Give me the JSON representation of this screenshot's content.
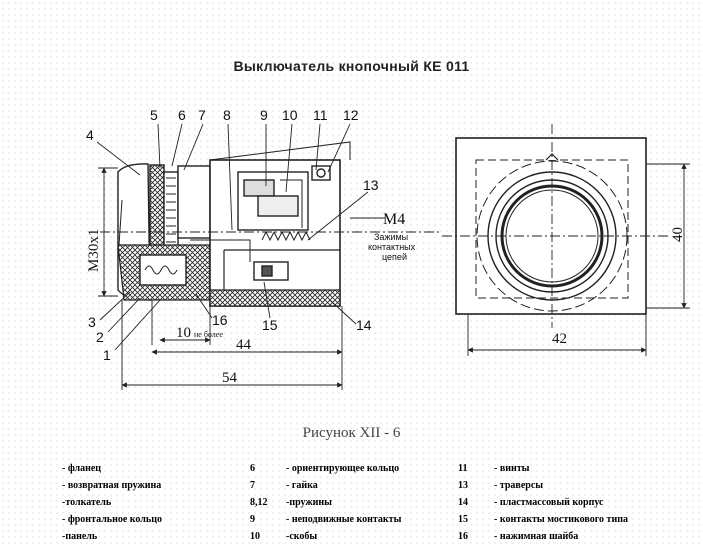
{
  "title": "Выключатель кнопочный КЕ 011",
  "caption": "Рисунок    XII - 6",
  "callouts": {
    "n1": "1",
    "n2": "2",
    "n3": "3",
    "n4": "4",
    "n5": "5",
    "n6": "6",
    "n7": "7",
    "n8": "8",
    "n9": "9",
    "n10": "10",
    "n11": "11",
    "n12": "12",
    "n13": "13",
    "n14": "14",
    "n15": "15",
    "n16": "16"
  },
  "dimensions": {
    "thread": "M30x1",
    "screw": "M4",
    "terminals": [
      "Зажимы",
      "контактных",
      "цепей"
    ],
    "d10": "10",
    "d10_note": "не более",
    "d44": "44",
    "d54": "54",
    "d40": "40",
    "d42": "42"
  },
  "legend": [
    {
      "a": "- фланец",
      "b": "6",
      "c": "- ориентирующее кольцо",
      "d": "11",
      "e": "- винты"
    },
    {
      "a": "- возвратная пружина",
      "b": "7",
      "c": "- гайка",
      "d": "13",
      "e": "- траверсы"
    },
    {
      "a": "-толкатель",
      "b": "8,12",
      "c": "-пружины",
      "d": "14",
      "e": "- пластмассовый корпус"
    },
    {
      "a": "- фронтальное кольцо",
      "b": "9",
      "c": "- неподвижные контакты",
      "d": "15",
      "e": "- контакты мостикового типа"
    },
    {
      "a": "-панель",
      "b": "10",
      "c": "-скобы",
      "d": "16",
      "e": "- нажимная шайба"
    }
  ]
}
